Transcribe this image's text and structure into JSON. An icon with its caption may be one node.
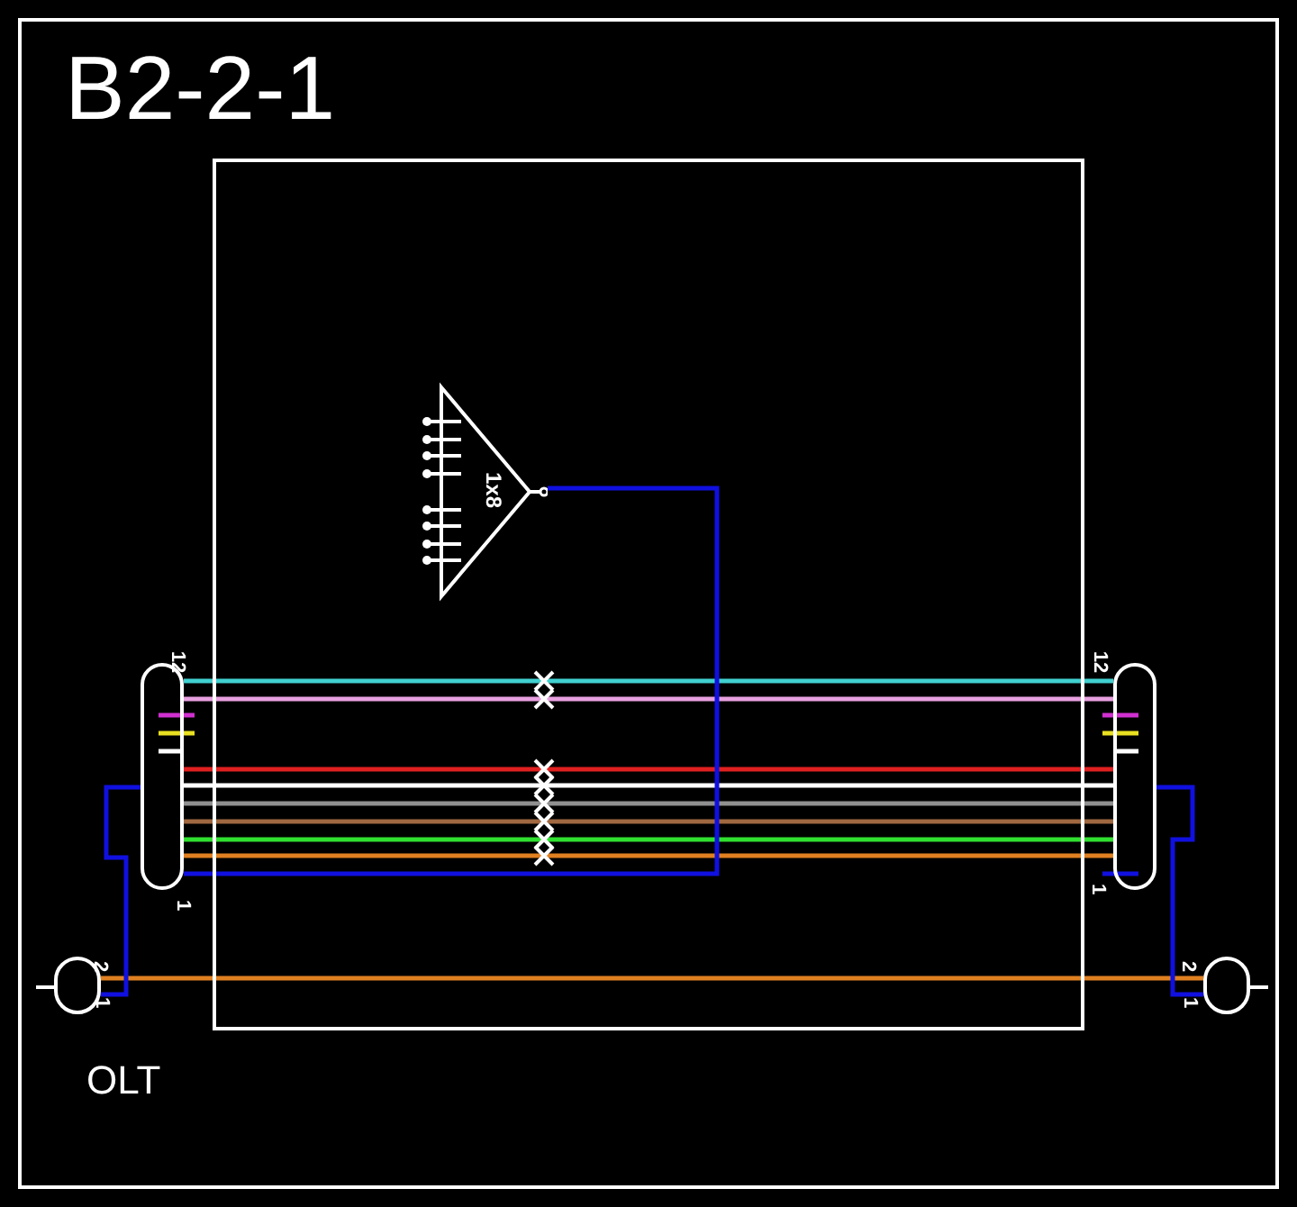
{
  "diagram": {
    "title": "B2-2-1",
    "nodes": [
      {
        "text": [],
        "shape": "box"
      },
      {
        "text": [
          "1x8"
        ],
        "in": 0
      },
      {
        "text": [],
        "shape": "box",
        "beside": [
          "12",
          "1"
        ]
      },
      {
        "text": [],
        "shape": "box",
        "beside": [
          "12",
          "1"
        ]
      },
      {
        "text": [],
        "shape": "box",
        "beside": [
          "2",
          "1"
        ]
      },
      {
        "text": [],
        "shape": "box",
        "beside": [
          "2",
          "1"
        ]
      }
    ],
    "edges": [
      {
        "from": 2,
        "to": 3,
        "arrow": "none",
        "color": "#40d0d0"
      },
      {
        "from": 2,
        "to": 3,
        "arrow": "none",
        "color": "#e8a0e0"
      },
      {
        "from": 2,
        "to": 3,
        "arrow": "none",
        "color": "#e02020"
      },
      {
        "from": 2,
        "to": 3,
        "arrow": "none",
        "color": "#ffffff"
      },
      {
        "from": 2,
        "to": 3,
        "arrow": "none",
        "color": "#909090"
      },
      {
        "from": 2,
        "to": 3,
        "arrow": "none",
        "color": "#a06840"
      },
      {
        "from": 2,
        "to": 3,
        "arrow": "none",
        "color": "#30e030"
      },
      {
        "from": 2,
        "to": 3,
        "arrow": "none",
        "color": "#e08020"
      },
      {
        "from": 2,
        "to": 1,
        "arrow": "none",
        "color": "#1010e0"
      },
      {
        "from": 4,
        "to": 5,
        "arrow": "none",
        "color": "#e08020"
      },
      {
        "from": 4,
        "to": 2,
        "arrow": "none",
        "color": "#1010e0"
      },
      {
        "from": 5,
        "to": 3,
        "arrow": "none",
        "color": "#1010e0"
      }
    ],
    "labels": [
      "OLT"
    ]
  }
}
